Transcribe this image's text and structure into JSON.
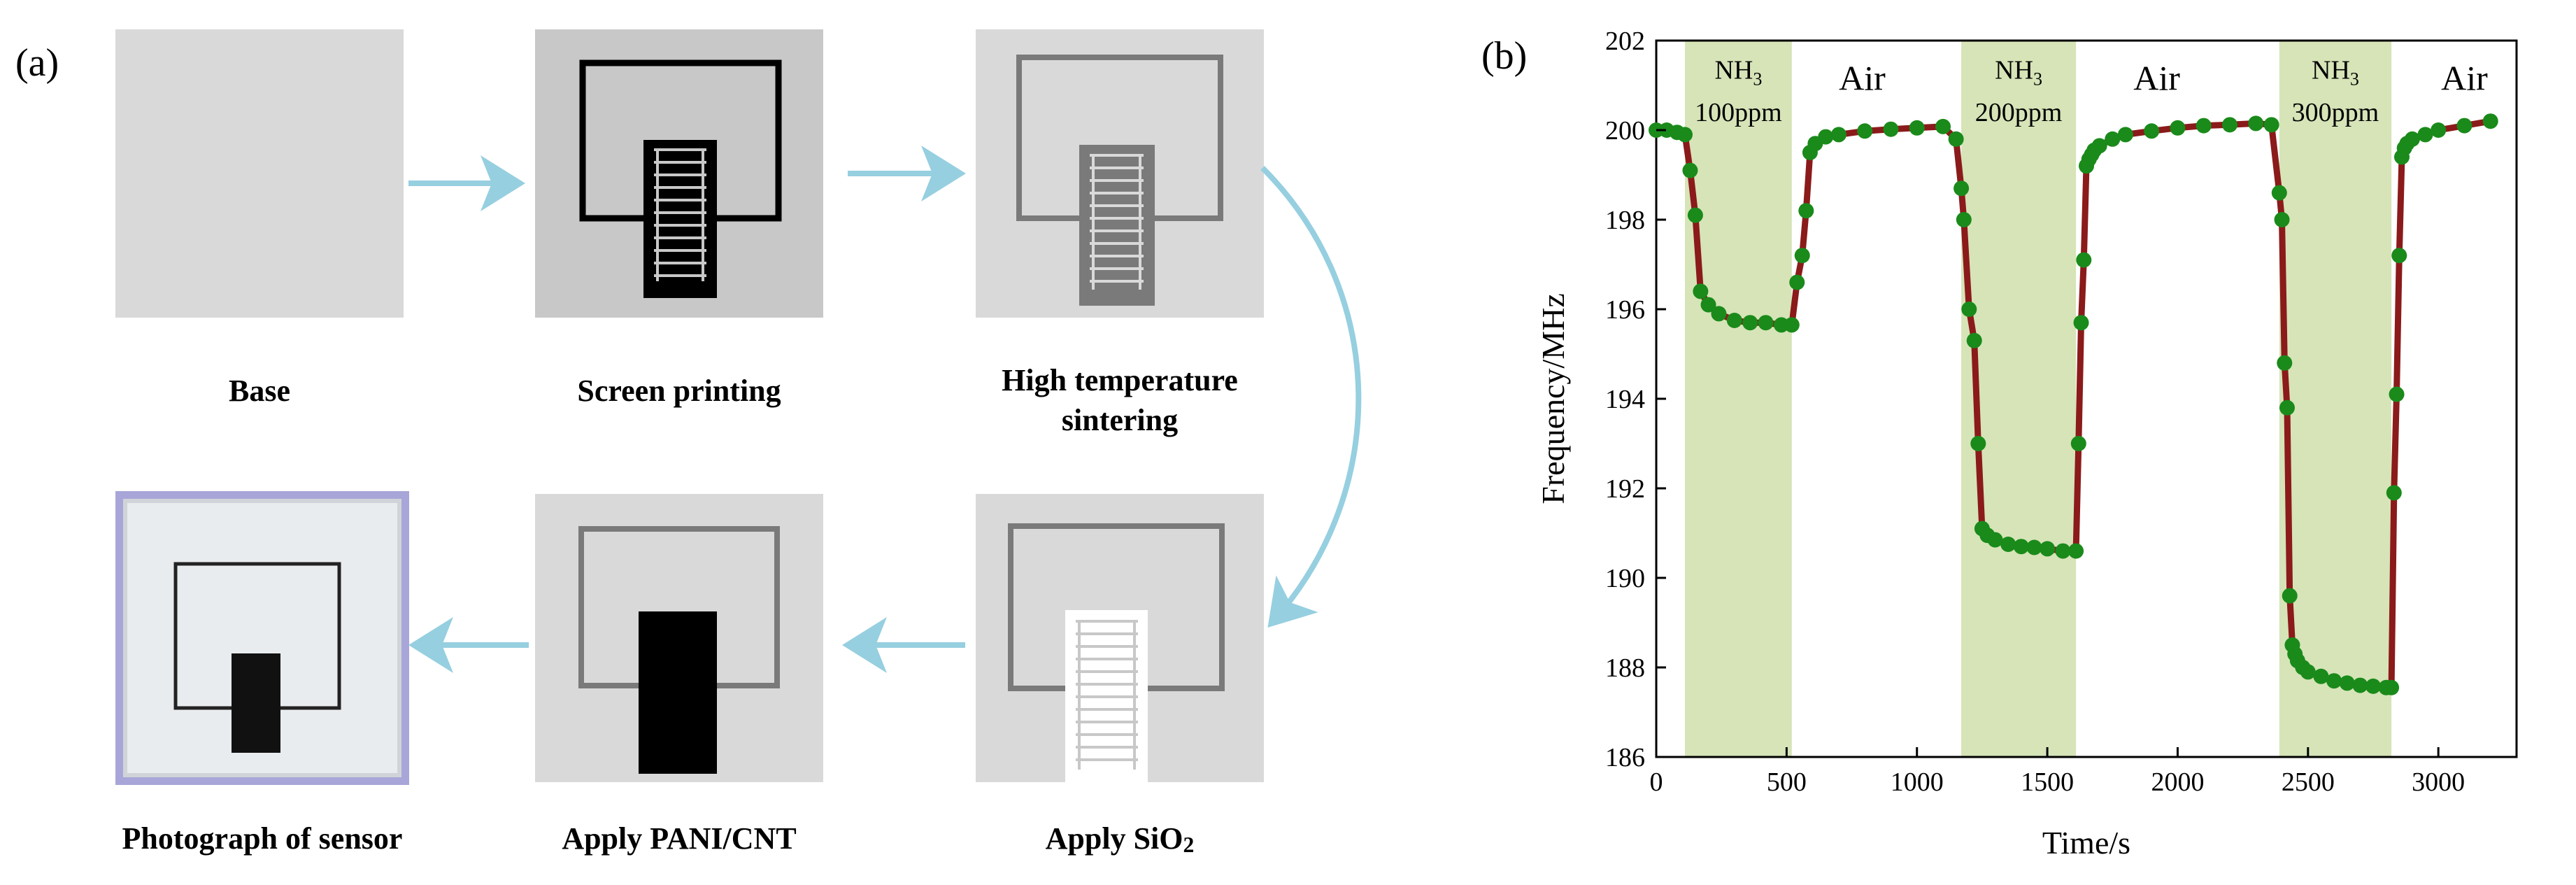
{
  "panel_a": {
    "label": "(a)",
    "steps": [
      {
        "id": "base",
        "caption": "Base"
      },
      {
        "id": "screen",
        "caption": "Screen printing"
      },
      {
        "id": "sinter",
        "caption_line1": "High temperature",
        "caption_line2": "sintering"
      },
      {
        "id": "sio2",
        "caption_main": "Apply SiO",
        "caption_sub": "2"
      },
      {
        "id": "pani",
        "caption": "Apply PANI/CNT"
      },
      {
        "id": "photo",
        "caption": "Photograph of sensor"
      }
    ],
    "colors": {
      "tile": "#d9d9d9",
      "tile_dark": "#c8c8c8",
      "arrow": "#96cfe0",
      "photo_frame": "#a8a6d8"
    }
  },
  "panel_b": {
    "label": "(b)",
    "chart_data": {
      "type": "scatter",
      "xlabel": "Time/s",
      "ylabel": "Frequency/MHz",
      "xlim": [
        0,
        3300
      ],
      "ylim": [
        186,
        202
      ],
      "xticks": [
        0,
        500,
        1000,
        1500,
        2000,
        2500,
        3000
      ],
      "yticks": [
        186,
        188,
        190,
        192,
        194,
        196,
        198,
        200,
        202
      ],
      "grid": false,
      "line_color": "#8b1a1a",
      "marker_color": "#1a8a1a",
      "shade_color": "#d6e4b8",
      "regions": [
        {
          "x0": 110,
          "x1": 520,
          "gas": "NH",
          "sub": "3",
          "conc": "100ppm"
        },
        {
          "x0": 1170,
          "x1": 1610,
          "gas": "NH",
          "sub": "3",
          "conc": "200ppm"
        },
        {
          "x0": 2390,
          "x1": 2820,
          "gas": "NH",
          "sub": "3",
          "conc": "300ppm"
        }
      ],
      "air_labels": [
        {
          "x": 790,
          "y": 200.9,
          "text": "Air"
        },
        {
          "x": 1920,
          "y": 200.9,
          "text": "Air"
        },
        {
          "x": 3100,
          "y": 200.9,
          "text": "Air"
        }
      ],
      "x": [
        0,
        40,
        80,
        110,
        130,
        150,
        170,
        200,
        240,
        300,
        360,
        420,
        480,
        520,
        540,
        560,
        575,
        590,
        610,
        650,
        700,
        800,
        900,
        1000,
        1100,
        1150,
        1170,
        1180,
        1200,
        1220,
        1235,
        1250,
        1270,
        1300,
        1350,
        1400,
        1450,
        1500,
        1560,
        1610,
        1620,
        1630,
        1640,
        1650,
        1660,
        1670,
        1680,
        1700,
        1750,
        1800,
        1900,
        2000,
        2100,
        2200,
        2300,
        2360,
        2390,
        2400,
        2410,
        2420,
        2430,
        2440,
        2450,
        2460,
        2480,
        2500,
        2550,
        2600,
        2650,
        2700,
        2750,
        2800,
        2820,
        2830,
        2840,
        2850,
        2860,
        2870,
        2880,
        2900,
        2950,
        3000,
        3100,
        3200
      ],
      "y": [
        200.0,
        200.0,
        199.95,
        199.9,
        199.1,
        198.1,
        196.4,
        196.1,
        195.9,
        195.75,
        195.7,
        195.7,
        195.65,
        195.65,
        196.6,
        197.2,
        198.2,
        199.5,
        199.7,
        199.85,
        199.9,
        199.98,
        200.02,
        200.05,
        200.08,
        199.8,
        198.7,
        198.0,
        196.0,
        195.3,
        193.0,
        191.1,
        190.95,
        190.85,
        190.75,
        190.7,
        190.68,
        190.65,
        190.6,
        190.6,
        193.0,
        195.7,
        197.1,
        199.2,
        199.35,
        199.45,
        199.55,
        199.65,
        199.8,
        199.9,
        199.98,
        200.05,
        200.1,
        200.12,
        200.15,
        200.12,
        198.6,
        198.0,
        194.8,
        193.8,
        189.6,
        188.5,
        188.3,
        188.15,
        188.0,
        187.9,
        187.8,
        187.7,
        187.65,
        187.6,
        187.58,
        187.55,
        187.55,
        191.9,
        194.1,
        197.2,
        199.4,
        199.6,
        199.7,
        199.8,
        199.9,
        200.0,
        200.1,
        200.2
      ]
    }
  }
}
